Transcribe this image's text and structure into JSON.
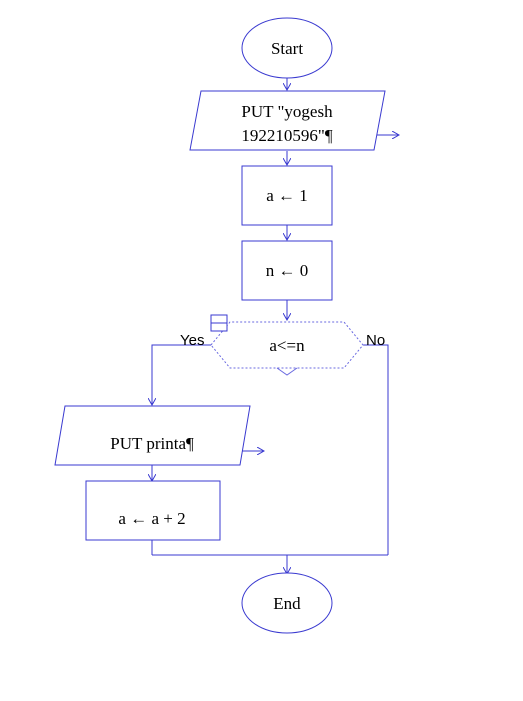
{
  "flowchart": {
    "start": "Start",
    "put_line1": "PUT \"yogesh",
    "put_line2": "192210596\"¶",
    "assign_a": "a ← 1",
    "assign_n": "n ← 0",
    "condition": "a<=n",
    "yes_label": "Yes",
    "no_label": "No",
    "put_print": "PUT printa¶",
    "increment": "a ← a + 2",
    "end": "End"
  },
  "colors": {
    "stroke": "#3a3ad0",
    "text": "#000000"
  }
}
